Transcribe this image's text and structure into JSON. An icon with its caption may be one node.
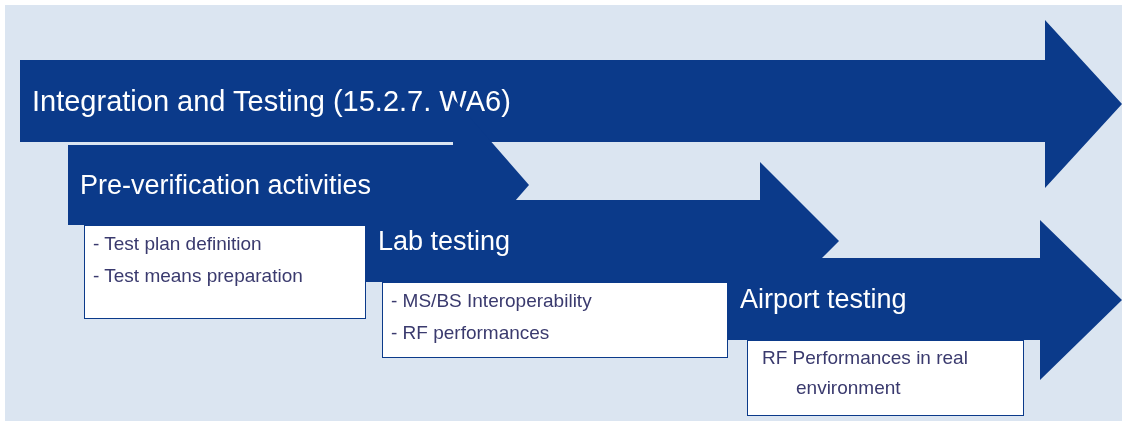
{
  "diagram": {
    "nodes": [
      {
        "text": [
          "Integration and Testing (15.2.7. WA6)"
        ]
      },
      {
        "text": [
          "Pre-verification activities"
        ]
      },
      {
        "text": [
          "- Test plan definition",
          "- Test means preparation"
        ]
      },
      {
        "text": [
          "Lab testing"
        ]
      },
      {
        "text": [
          "- MS/BS Interoperability",
          "- RF performances"
        ]
      },
      {
        "text": [
          "Airport testing"
        ]
      },
      {
        "text": [
          "RF Performances in real environment"
        ]
      }
    ]
  }
}
